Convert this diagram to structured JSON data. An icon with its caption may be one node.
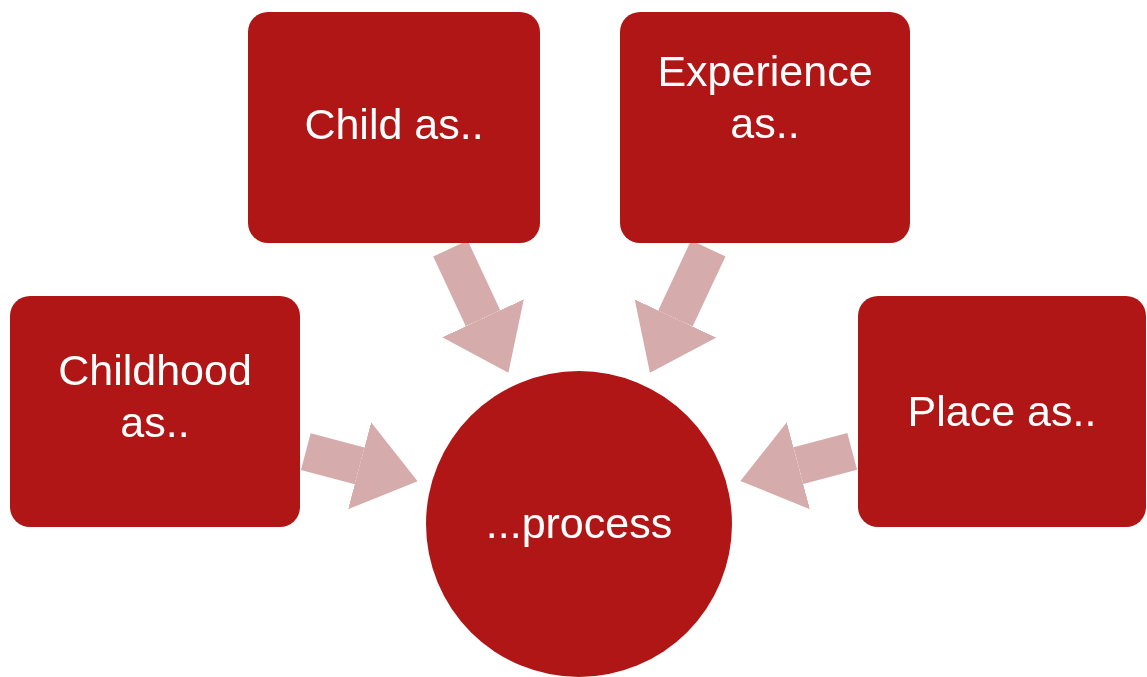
{
  "diagram": {
    "nodes": [
      {
        "text": [
          "Child as.."
        ]
      },
      {
        "text": [
          "Experience as.."
        ]
      },
      {
        "text": [
          "Childhood as.."
        ]
      },
      {
        "text": [
          "Place as.."
        ]
      },
      {
        "text": [
          "...process"
        ]
      }
    ],
    "edges": [
      {
        "from": 0,
        "to": 4,
        "arrow": "to"
      },
      {
        "from": 1,
        "to": 4,
        "arrow": "to"
      },
      {
        "from": 2,
        "to": 4,
        "arrow": "to"
      },
      {
        "from": 3,
        "to": 4,
        "arrow": "to"
      }
    ]
  }
}
